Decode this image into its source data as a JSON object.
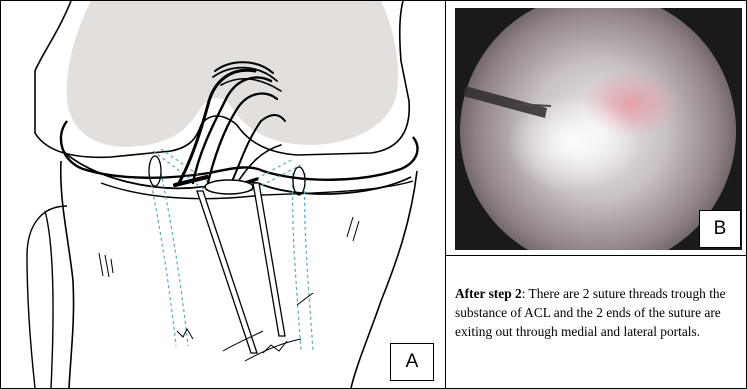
{
  "panel_a": {
    "label": "A"
  },
  "panel_b": {
    "label": "B"
  },
  "caption": {
    "heading": "After step 2",
    "text": ": There are 2 suture threads trough the substance of ACL and the 2 ends of the suture are exiting out through medial and lateral portals."
  }
}
